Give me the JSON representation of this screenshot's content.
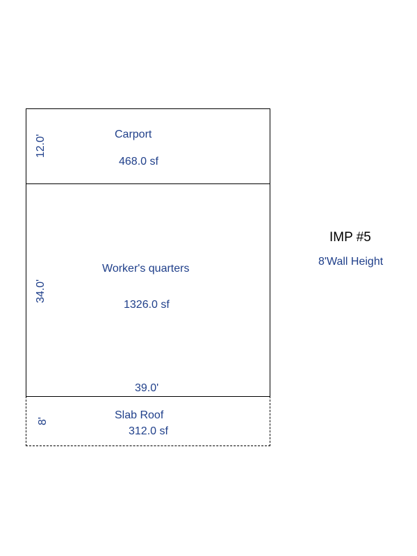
{
  "areas": [
    {
      "name": "Carport",
      "area": "468.0 sf",
      "dimension": "12.0'"
    },
    {
      "name": "Worker's quarters",
      "area": "1326.0 sf",
      "dimension": "34.0'",
      "width": "39.0'"
    },
    {
      "name": "Slab Roof",
      "area": "312.0 sf",
      "dimension": "8'"
    }
  ],
  "info": {
    "title": "IMP #5",
    "wall_height": "8'Wall Height"
  }
}
